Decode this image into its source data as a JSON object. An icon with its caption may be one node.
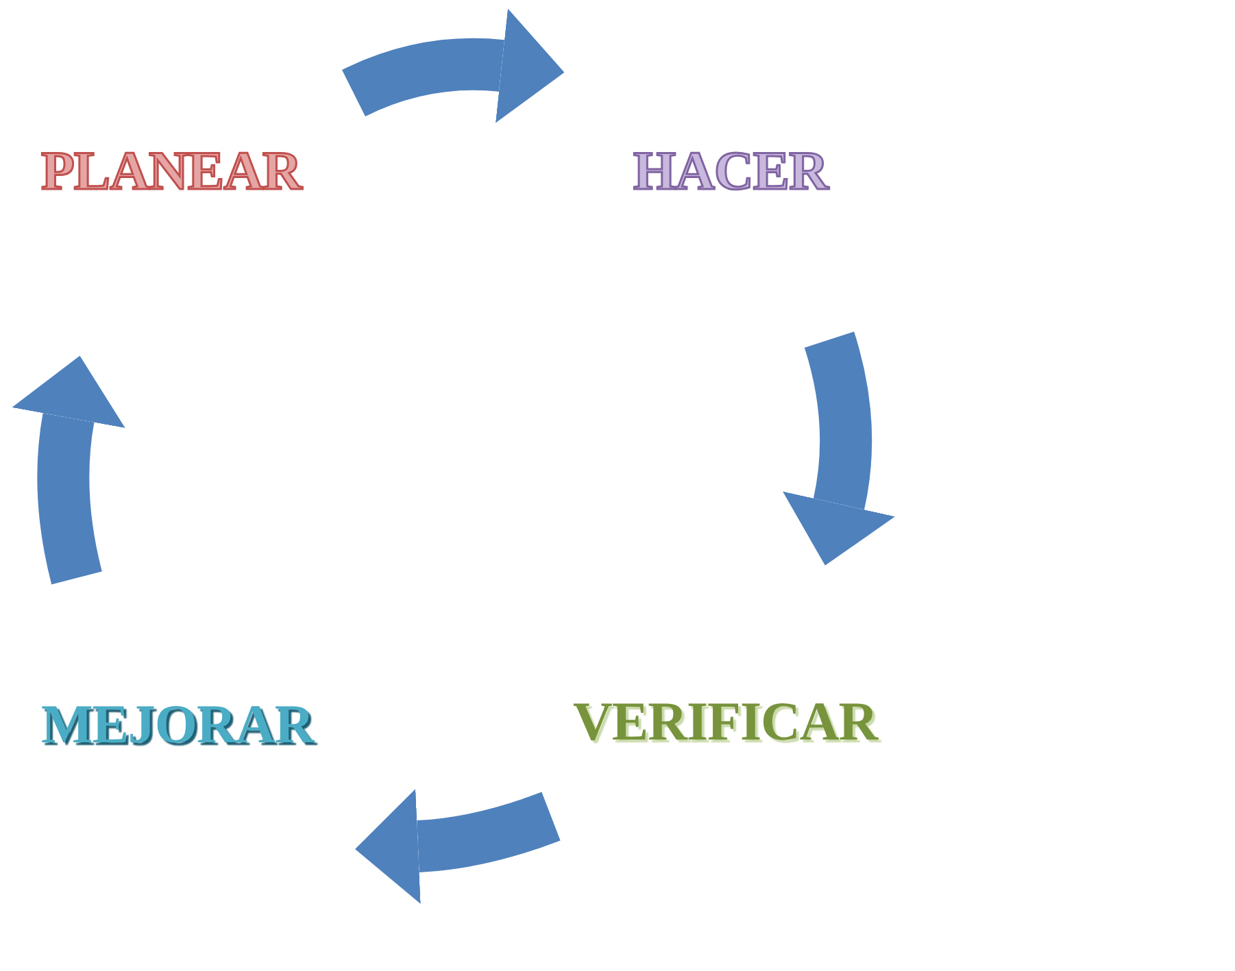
{
  "diagram": {
    "nodes": [
      {
        "text": [
          "PLANEAR"
        ]
      },
      {
        "text": [
          "HACER"
        ]
      },
      {
        "text": [
          "VERIFICAR"
        ]
      },
      {
        "text": [
          "MEJORAR"
        ]
      }
    ],
    "edges": [
      {
        "from": 0,
        "to": 1,
        "arrow": "to"
      },
      {
        "from": 1,
        "to": 2,
        "arrow": "to"
      },
      {
        "from": 2,
        "to": 3,
        "arrow": "to"
      },
      {
        "from": 3,
        "to": 0,
        "arrow": "to"
      }
    ]
  }
}
